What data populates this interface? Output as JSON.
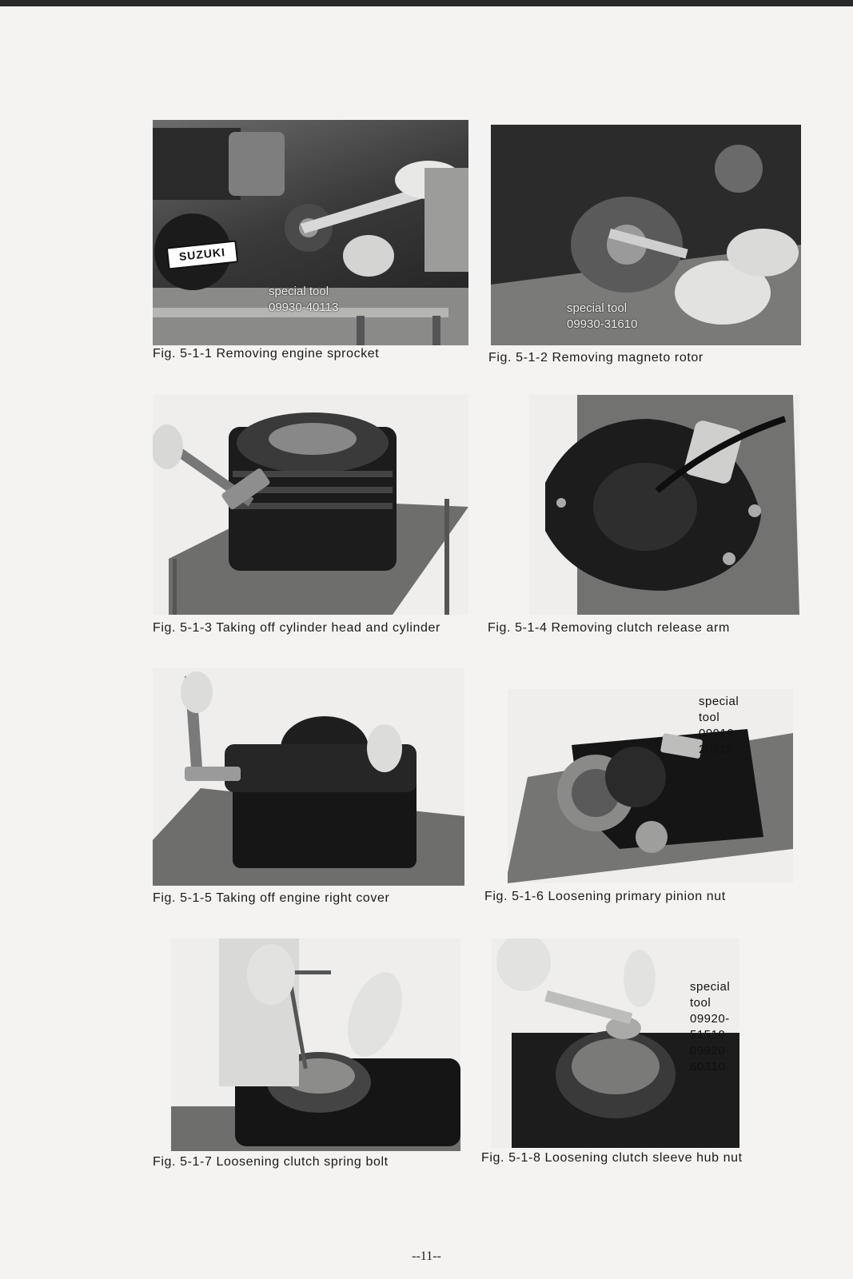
{
  "figures": [
    {
      "id": "5-1-1",
      "caption": "Fig. 5-1-1 Removing engine sprocket",
      "tool_label": "special tool",
      "tool_numbers": [
        "09930-40113"
      ],
      "brand": "SUZUKI"
    },
    {
      "id": "5-1-2",
      "caption": "Fig. 5-1-2 Removing magneto rotor",
      "tool_label": "special tool",
      "tool_numbers": [
        "09930-31610"
      ]
    },
    {
      "id": "5-1-3",
      "caption": "Fig. 5-1-3 Taking off cylinder head and cylinder"
    },
    {
      "id": "5-1-4",
      "caption": "Fig. 5-1-4 Removing clutch release arm"
    },
    {
      "id": "5-1-5",
      "caption": "Fig. 5-1-5 Taking off engine right cover"
    },
    {
      "id": "5-1-6",
      "caption": "Fig. 5-1-6 Loosening primary pinion nut",
      "tool_label": "special tool",
      "tool_numbers": [
        "09910-20112"
      ]
    },
    {
      "id": "5-1-7",
      "caption": "Fig. 5-1-7 Loosening clutch spring bolt"
    },
    {
      "id": "5-1-8",
      "caption": "Fig. 5-1-8 Loosening clutch sleeve hub nut",
      "tool_label": "special tool",
      "tool_numbers": [
        "09920-51510",
        "09920-60310"
      ]
    }
  ],
  "page_number": "--11--"
}
